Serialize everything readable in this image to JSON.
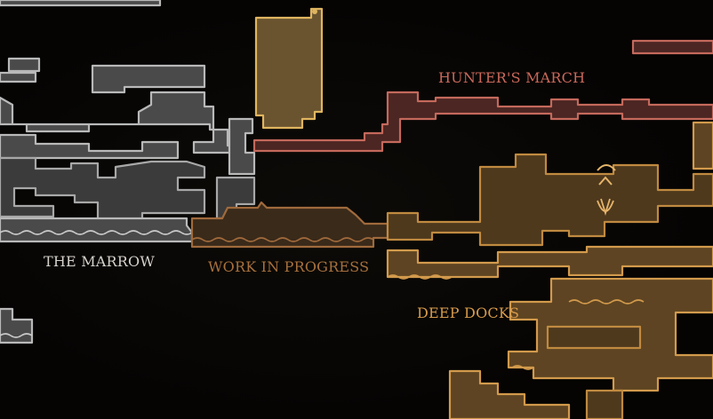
{
  "map": {
    "areas": [
      {
        "id": "the-marrow",
        "name": "THE MARROW",
        "color": "#b9b9b9"
      },
      {
        "id": "work-in-progress",
        "name": "WORK IN PROGRESS",
        "color": "#a06a3c"
      },
      {
        "id": "hunters-march",
        "name": "HUNTER'S MARCH",
        "color": "#c4695c"
      },
      {
        "id": "deep-docks",
        "name": "DEEP DOCKS",
        "color": "#d29a4c"
      }
    ]
  }
}
